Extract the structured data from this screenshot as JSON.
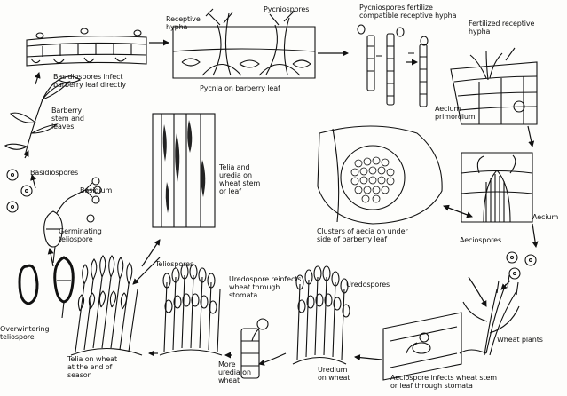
{
  "labels": {
    "receptive_hypha": "Receptive\nhypha",
    "pycniospores_top": "Pycniospores",
    "pycniospores_fertilize": "Pycniospores fertilize\ncompatible receptive hypha",
    "fertilized_receptive_hypha": "Fertilized receptive\nhypha",
    "basidiospores_infect": "Basidiospores infect\nbarberry leaf directly",
    "pycnia_on_barberry": "Pycnia on barberry leaf",
    "barberry_stem": "Barberry\nstem and\nleaves",
    "aecium_primordium": "Aecium\nprimordium",
    "basidiospores": "Basidiospores",
    "basidium": "Basidium",
    "telia_uredia_stem": "Telia and\nuredia on\nwheat stem\nor leaf",
    "clusters_aecia": "Clusters of aecia on under\nside of barberry leaf",
    "aecium": "Aecium",
    "germinating_teliospore": "Germinating\nteliospore",
    "aeciospores": "Aeciospores",
    "teliospores": "Teliospores",
    "uredospore_reinfects": "Uredospore reinfects\nwheat through\nstomata",
    "uredospores": "Uredospores",
    "overwintering_teliospore": "Overwintering\nteliospore",
    "wheat_plants": "Wheat plants",
    "telia_on_wheat": "Telia on wheat\nat the end of\nseason",
    "more_uredia": "More\nuredia on\nwheat",
    "uredium_on_wheat": "Uredium\non wheat",
    "aeciospore_infects": "Aeciospore infects wheat stem\nor leaf through stomata"
  }
}
